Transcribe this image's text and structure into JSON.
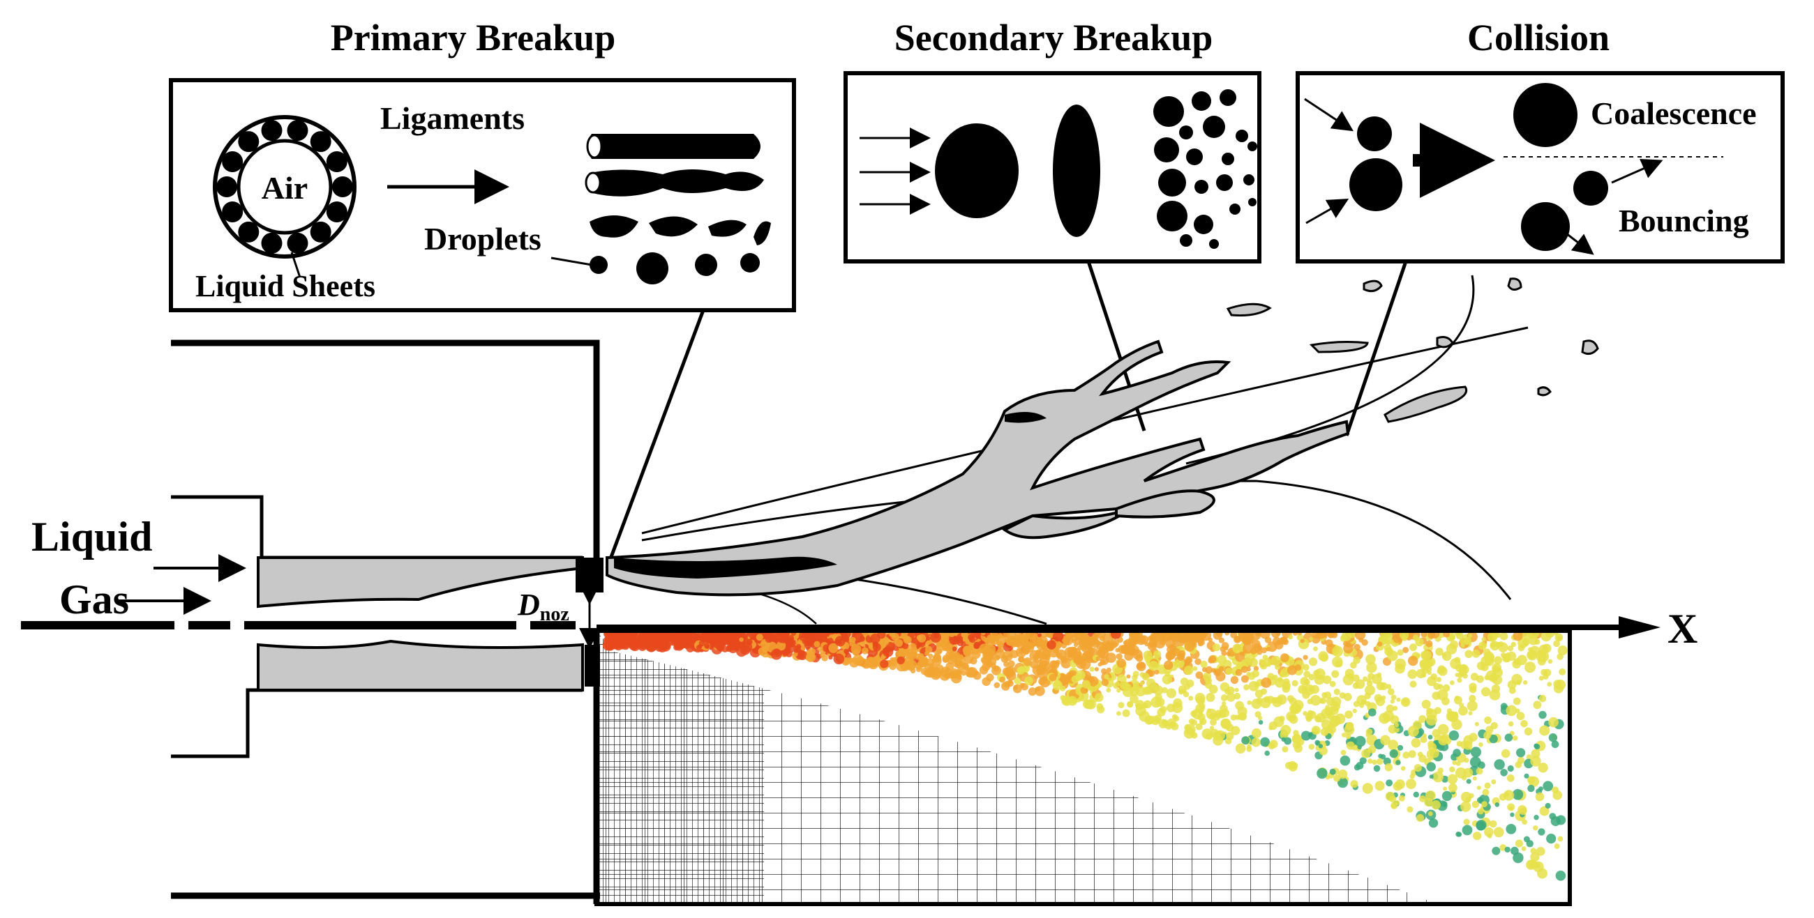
{
  "titles": {
    "primary": "Primary Breakup",
    "secondary": "Secondary Breakup",
    "collision": "Collision"
  },
  "primary_panel": {
    "air": "Air",
    "ligaments": "Ligaments",
    "droplets": "Droplets",
    "liquid_sheets": "Liquid Sheets"
  },
  "collision_panel": {
    "coalescence": "Coalescence",
    "bouncing": "Bouncing"
  },
  "inlets": {
    "liquid": "Liquid",
    "gas": "Gas"
  },
  "nozzle": {
    "symbol": "D",
    "subscript": "noz"
  },
  "axis": {
    "x_label": "X"
  },
  "colors": {
    "liquid_fill": "#c8c8c8",
    "outline": "#000000",
    "particle_hot": "#e8491c",
    "particle_mid": "#f2a531",
    "particle_cool": "#e6e04a",
    "particle_cold": "#3aa87a"
  }
}
